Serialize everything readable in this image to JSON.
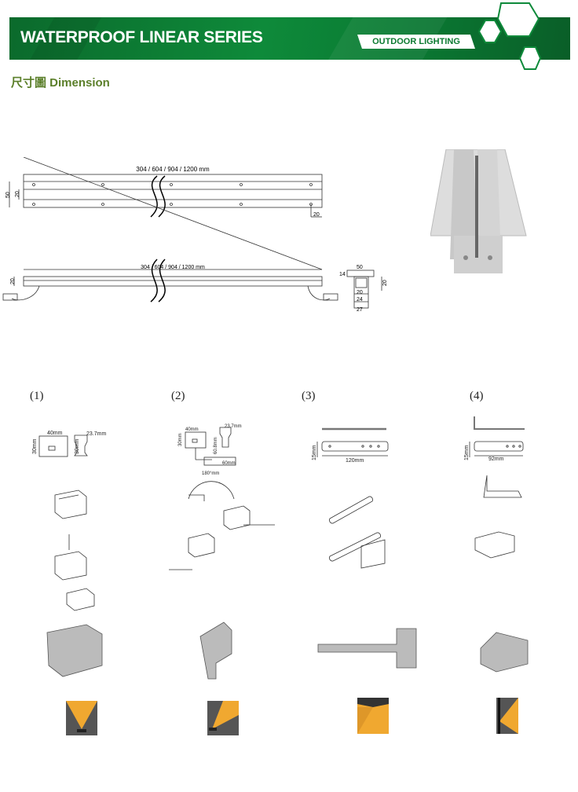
{
  "header": {
    "title": "WATERPROOF LINEAR SERIES",
    "badge": "OUTDOOR LIGHTING"
  },
  "section": {
    "heading": "尺寸圖 Dimension"
  },
  "top_view": {
    "length": "304 / 604 / 904 / 1200 mm",
    "width": "50",
    "channel": "20",
    "end_offset": "20"
  },
  "side_view": {
    "length": "304 / 604 / 904 / 1200 mm",
    "height": "20"
  },
  "cross_section": {
    "top_width": "50",
    "flange": "14",
    "height": "20",
    "inner": "20",
    "mid": "24",
    "bottom": "27"
  },
  "mounting": [
    {
      "number": "(1)",
      "dims": {
        "w": "40mm",
        "h": "30mm",
        "h2": "30mm",
        "d": "23.7mm"
      }
    },
    {
      "number": "(2)",
      "dims": {
        "w": "40mm",
        "h": "30mm",
        "h2": "60.8mm",
        "d": "23.7mm",
        "base": "60mm",
        "angle": "180°mm"
      }
    },
    {
      "number": "(3)",
      "dims": {
        "h": "15mm",
        "l": "120mm"
      }
    },
    {
      "number": "(4)",
      "dims": {
        "h": "15mm",
        "l": "92mm"
      }
    }
  ],
  "colors": {
    "brand": "#0e8a3a",
    "heading": "#5b7f2a",
    "light": "#f0a830"
  }
}
